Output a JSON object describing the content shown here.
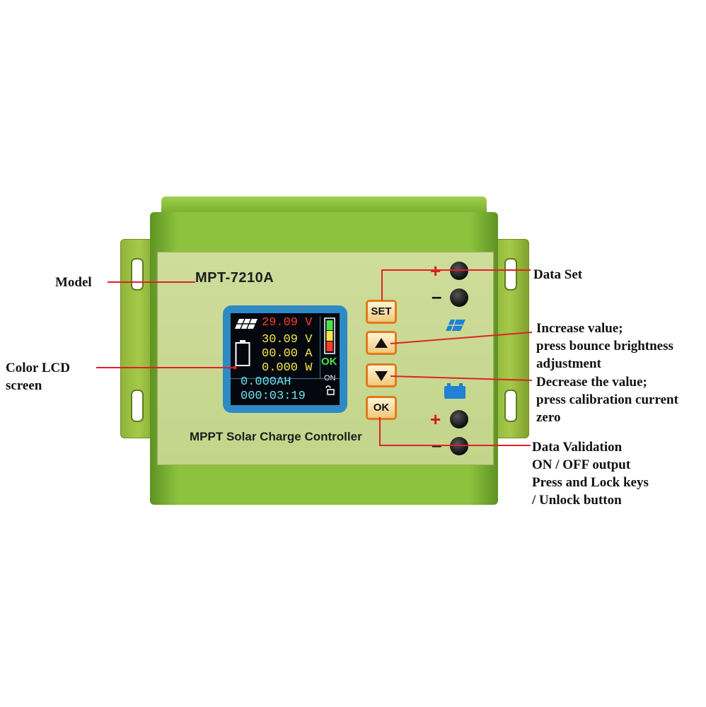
{
  "device": {
    "model": "MPT-7210A",
    "subtitle": "MPPT Solar Charge Controller"
  },
  "lcd": {
    "input_voltage": "29.09 V",
    "battery_voltage": "30.09 V",
    "current": "00.00 A",
    "power": "0.000 W",
    "status_ok": "OK",
    "status_on": "ON",
    "amp_hours": "0.000AH",
    "elapsed": "000:03:19"
  },
  "keys": {
    "set": "SET",
    "ok": "OK"
  },
  "terminals": {
    "plus": "+",
    "minus": "–"
  },
  "callouts": {
    "model": "Model",
    "lcd": [
      "Color LCD",
      "screen"
    ],
    "data_set": "Data Set",
    "increase": [
      "Increase value;",
      "press bounce brightness",
      "adjustment"
    ],
    "decrease": [
      "Decrease the value;",
      "press calibration current",
      "zero"
    ],
    "ok": [
      "Data Validation",
      "ON / OFF output",
      "Press and Lock keys",
      "/ Unlock button"
    ]
  },
  "colors": {
    "callout_line": "#e0202a",
    "key_border": "#e07a1c",
    "shell": "#8cc23d"
  }
}
